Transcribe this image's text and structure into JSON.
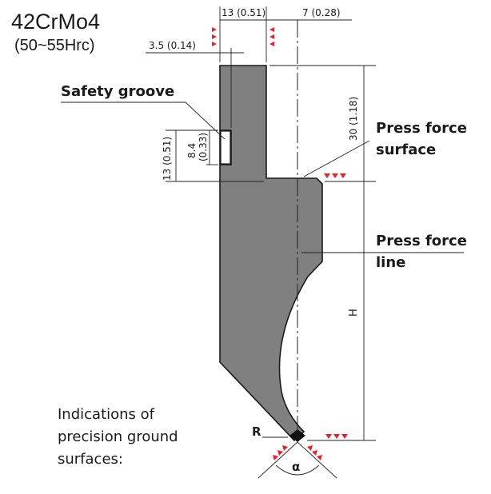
{
  "material": "42CrMo4",
  "hardness": "(50~55Hrc)",
  "labels": {
    "safety_groove": "Safety groove",
    "press_force_surface_1": "Press force",
    "press_force_surface_2": "surface",
    "press_force_line_1": "Press force",
    "press_force_line_2": "line",
    "indications_1": "Indications of",
    "indications_2": "precision ground",
    "indications_3": "surfaces:",
    "radius": "R",
    "angle": "α"
  },
  "dimensions": {
    "top_width": "13 (0.51)",
    "offset": "7 (0.28)",
    "groove_depth": "3.5 (0.14)",
    "tang_height": "30 (1.18)",
    "groove_height_a": "8.4",
    "groove_height_b": "(0.33)",
    "groove_offset": "13 (0.51)",
    "height": "H"
  },
  "colors": {
    "body_fill": "#808080",
    "outline": "#1a1a1a",
    "marker": "#e8202a",
    "dim_line": "#222222"
  }
}
